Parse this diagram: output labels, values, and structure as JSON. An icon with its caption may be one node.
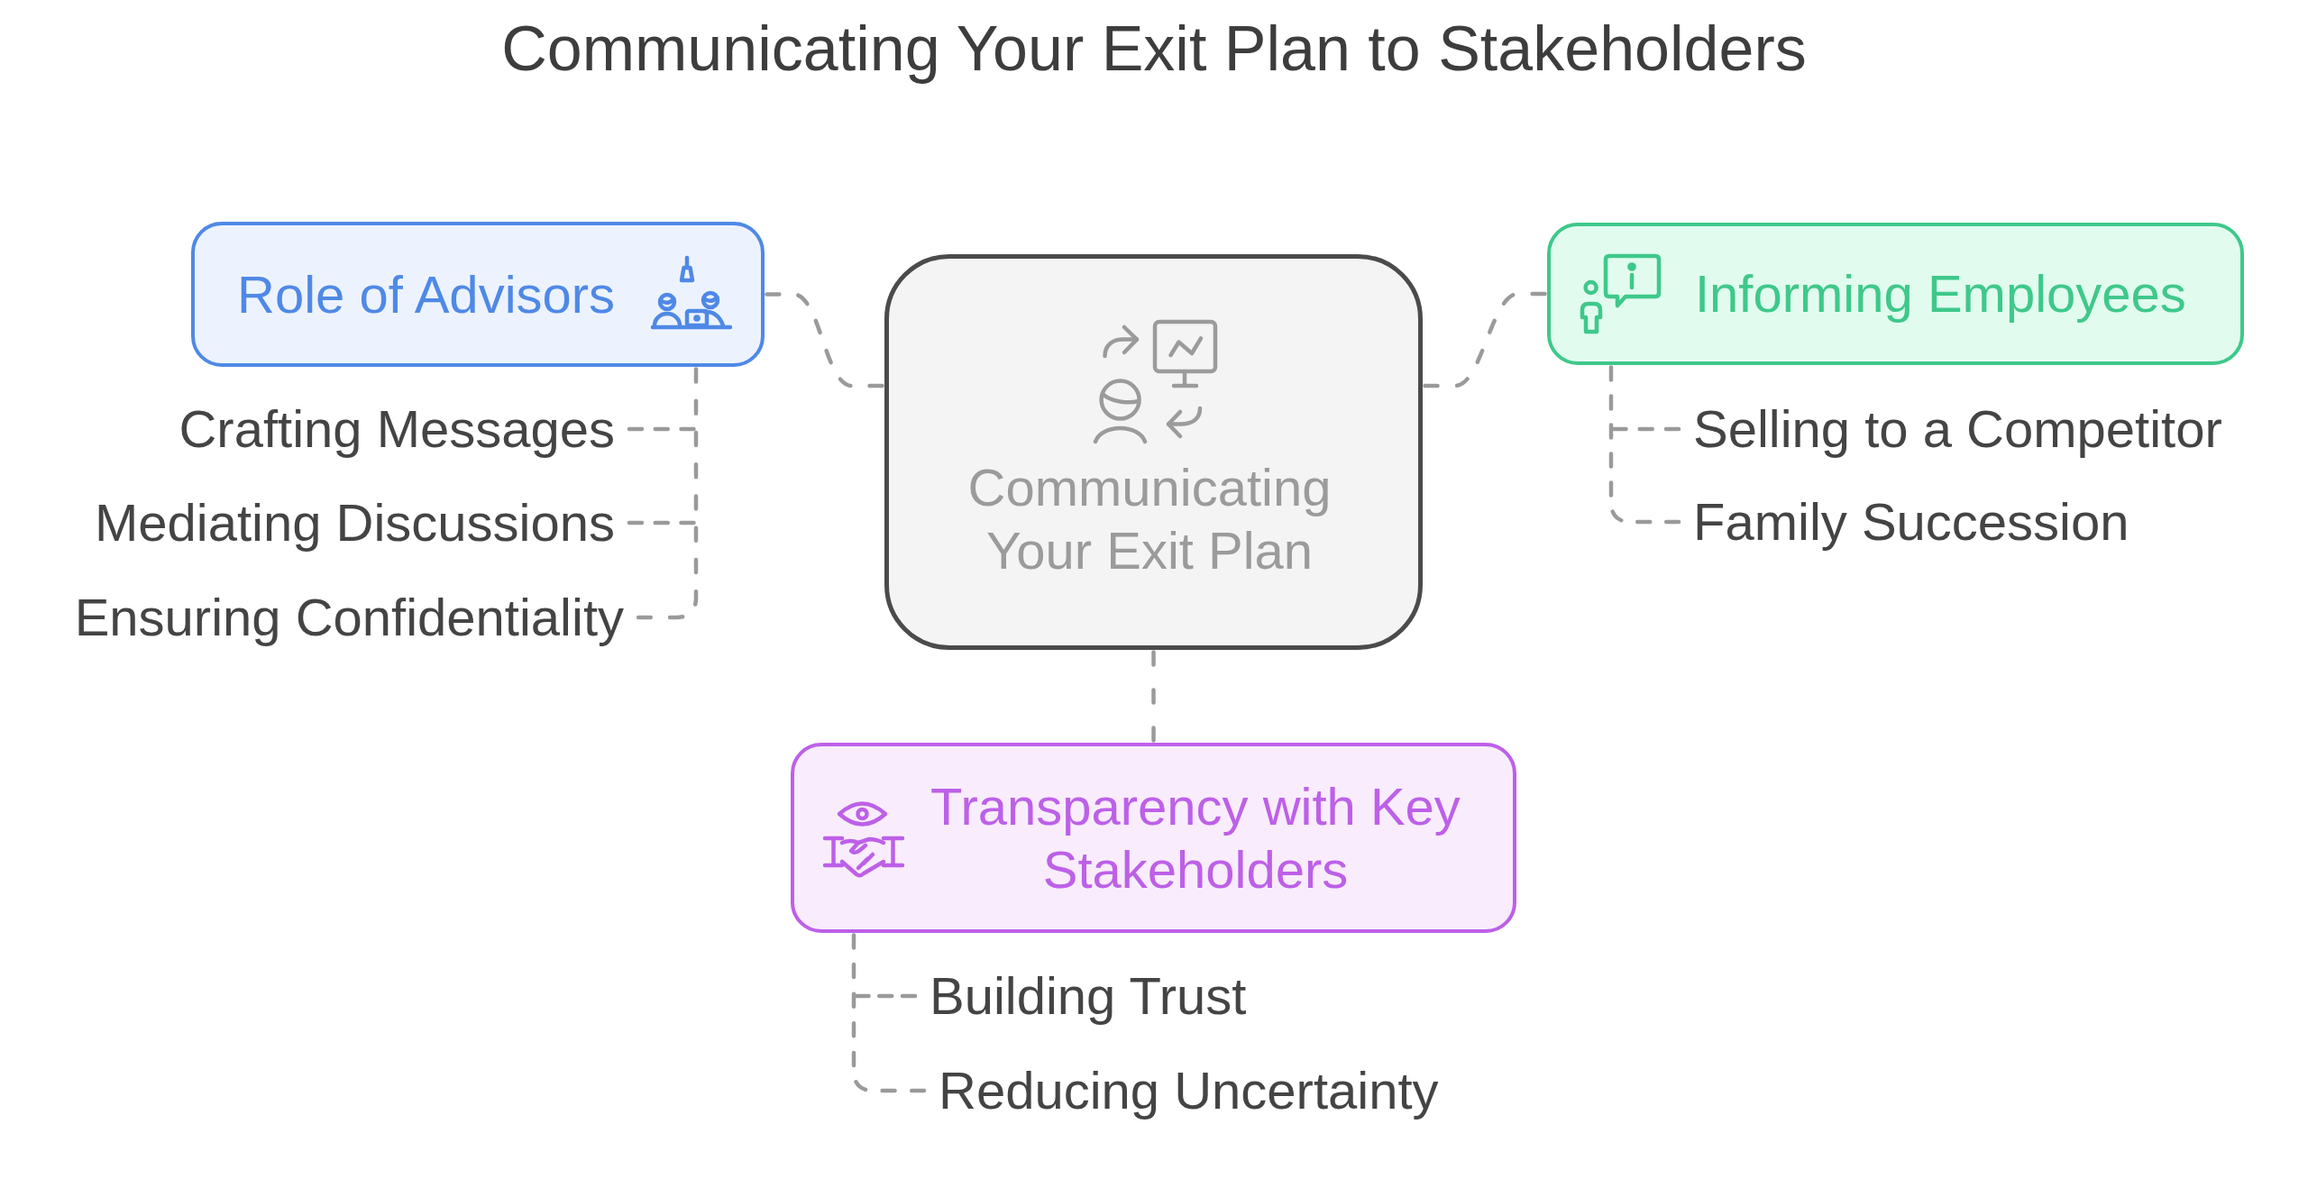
{
  "diagram": {
    "title": "Communicating Your Exit Plan to Stakeholders",
    "nodes": [
      {
        "text": [
          "Communicating Your Exit Plan"
        ]
      },
      {
        "text": [
          "Role of Advisors"
        ]
      },
      {
        "text": [
          "Crafting Messages"
        ]
      },
      {
        "text": [
          "Mediating Discussions"
        ]
      },
      {
        "text": [
          "Ensuring Confidentiality"
        ]
      },
      {
        "text": [
          "Informing Employees"
        ]
      },
      {
        "text": [
          "Selling to a Competitor"
        ]
      },
      {
        "text": [
          "Family Succession"
        ]
      },
      {
        "text": [
          "Transparency with Key Stakeholders"
        ]
      },
      {
        "text": [
          "Building Trust"
        ]
      },
      {
        "text": [
          "Reducing Uncertainty"
        ]
      }
    ],
    "edges": [
      {
        "from": 0,
        "to": 1,
        "arrow": "none",
        "style": "dashed"
      },
      {
        "from": 0,
        "to": 5,
        "arrow": "none",
        "style": "dashed"
      },
      {
        "from": 0,
        "to": 8,
        "arrow": "none",
        "style": "dashed"
      },
      {
        "from": 1,
        "to": 2,
        "arrow": "none",
        "style": "dashed"
      },
      {
        "from": 1,
        "to": 3,
        "arrow": "none",
        "style": "dashed"
      },
      {
        "from": 1,
        "to": 4,
        "arrow": "none",
        "style": "dashed"
      },
      {
        "from": 5,
        "to": 6,
        "arrow": "none",
        "style": "dashed"
      },
      {
        "from": 5,
        "to": 7,
        "arrow": "none",
        "style": "dashed"
      },
      {
        "from": 8,
        "to": 9,
        "arrow": "none",
        "style": "dashed"
      },
      {
        "from": 8,
        "to": 10,
        "arrow": "none",
        "style": "dashed"
      }
    ]
  }
}
